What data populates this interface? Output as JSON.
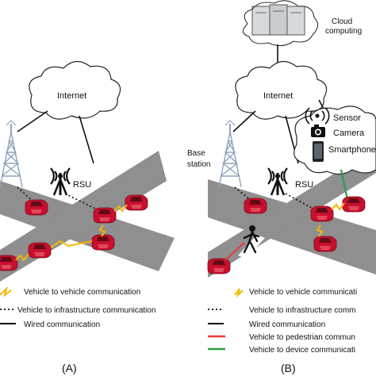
{
  "panel_a": {
    "caption": "(A)",
    "internet_label": "Internet",
    "rsu_label": "RSU",
    "legend": [
      {
        "line": "zigzag",
        "color": "#f2b705",
        "text": "Vehicle to vehicle communication"
      },
      {
        "line": "dotted",
        "color": "#111111",
        "text": "Vehicle to infrastructure communication"
      },
      {
        "line": "solid",
        "color": "#111111",
        "text": "Wired communication"
      }
    ]
  },
  "panel_b": {
    "caption": "(B)",
    "cloud_label_1": "Cloud",
    "cloud_label_2": "computing",
    "internet_label": "Internet",
    "base_station_1": "Base",
    "base_station_2": "station",
    "rsu_label": "RSU",
    "devices": [
      "Sensor",
      "Camera",
      "Smartphone"
    ],
    "legend": [
      {
        "line": "zigzag",
        "color": "#f2b705",
        "text": "Vehicle to vehicle communicati"
      },
      {
        "line": "dotted",
        "color": "#111111",
        "text": "Vehicle to infrastructure comm"
      },
      {
        "line": "solid",
        "color": "#111111",
        "text": "Wired communication"
      },
      {
        "line": "solid",
        "color": "#e53935",
        "text": "Vehicle to pedestrian commun"
      },
      {
        "line": "solid",
        "color": "#2e9e45",
        "text": "Vehicle to device communicati"
      }
    ]
  },
  "colors": {
    "road": "#8f8f8f",
    "road_edge": "#7a7a7a",
    "car": "#c8102e",
    "v2v": "#f2b705",
    "v2p": "#e53935",
    "v2d": "#2e9e45",
    "tower": "#9fb0c8"
  }
}
